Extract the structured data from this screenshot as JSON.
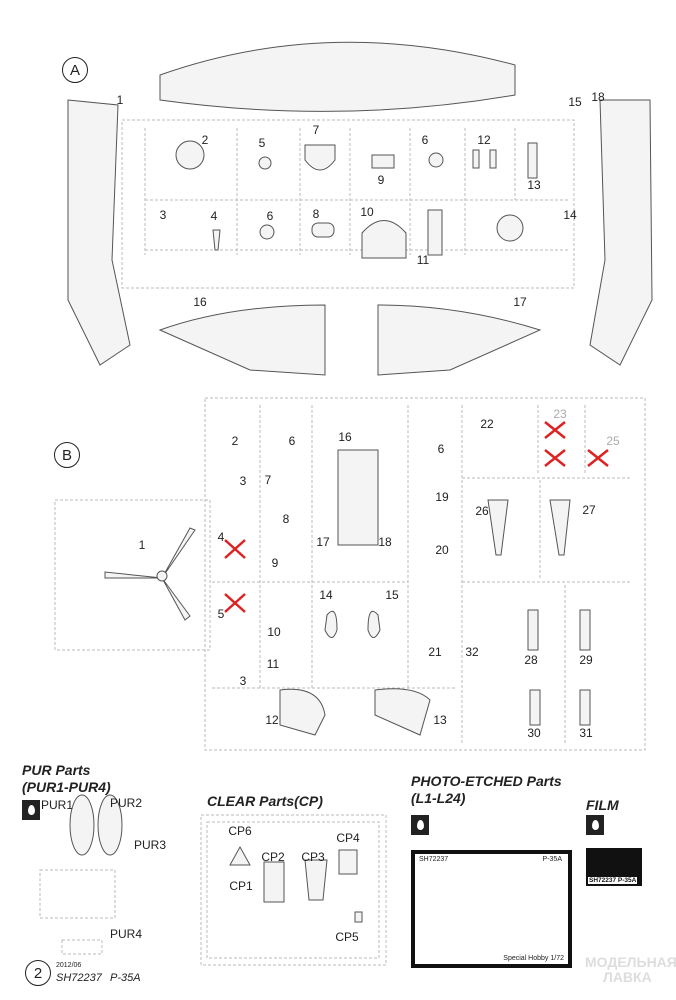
{
  "sprue_a": {
    "label": "A",
    "parts": [
      "1",
      "2",
      "5",
      "7",
      "15",
      "18",
      "6",
      "12",
      "9",
      "13",
      "3",
      "4",
      "6",
      "8",
      "10",
      "14",
      "11",
      "16",
      "17"
    ]
  },
  "sprue_b": {
    "label": "B",
    "parts": [
      "2",
      "6",
      "16",
      "6",
      "22",
      "23",
      "25",
      "3",
      "7",
      "19",
      "26",
      "27",
      "8",
      "1",
      "4",
      "17",
      "18",
      "20",
      "9",
      "5",
      "14",
      "15",
      "10",
      "21",
      "32",
      "28",
      "29",
      "11",
      "3",
      "12",
      "13",
      "30",
      "31"
    ],
    "removed_parts": [
      "4",
      "5",
      "23",
      "24",
      "25"
    ]
  },
  "pur": {
    "title_line1": "PUR Parts",
    "title_line2": "(PUR1-PUR4)",
    "parts": [
      "PUR1",
      "PUR2",
      "PUR3",
      "PUR4"
    ]
  },
  "clear": {
    "title": "CLEAR Parts(CP)",
    "parts": [
      "CP6",
      "CP4",
      "CP2",
      "CP3",
      "CP1",
      "CP5"
    ]
  },
  "photo_etched": {
    "title_line1": "PHOTO-ETCHED Parts",
    "title_line2": "(L1-L24)",
    "fret_code": "SH72237",
    "fret_model": "P-35A",
    "fret_brand": "Special Hobby 1/72"
  },
  "film": {
    "title": "FILM",
    "label": "SH72237 P-35A"
  },
  "footer": {
    "page_number": "2",
    "date": "2012/06",
    "code": "SH72237",
    "model": "P-35A"
  },
  "watermark": {
    "line1": "МОДЕЛЬНАЯ",
    "line2": "ЛАВКА"
  }
}
